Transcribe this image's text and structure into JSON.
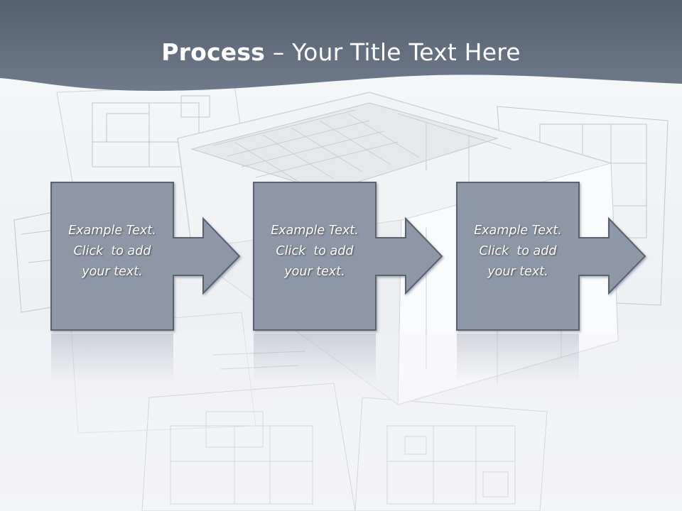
{
  "slide": {
    "title_bold": "Process",
    "title_rest": " – Your Title Text Here",
    "background_image": "architecture-model-on-blueprints",
    "colors": {
      "header": "#5f6b7c",
      "box_fill": "#8e97a5",
      "box_border": "#5a6270",
      "text": "#ffffff"
    }
  },
  "steps": [
    {
      "line1": "Example Text.",
      "line2": "Click  to add",
      "line3": "your text."
    },
    {
      "line1": "Example Text.",
      "line2": "Click  to add",
      "line3": "your text."
    },
    {
      "line1": "Example Text.",
      "line2": "Click  to add",
      "line3": "your text."
    }
  ]
}
